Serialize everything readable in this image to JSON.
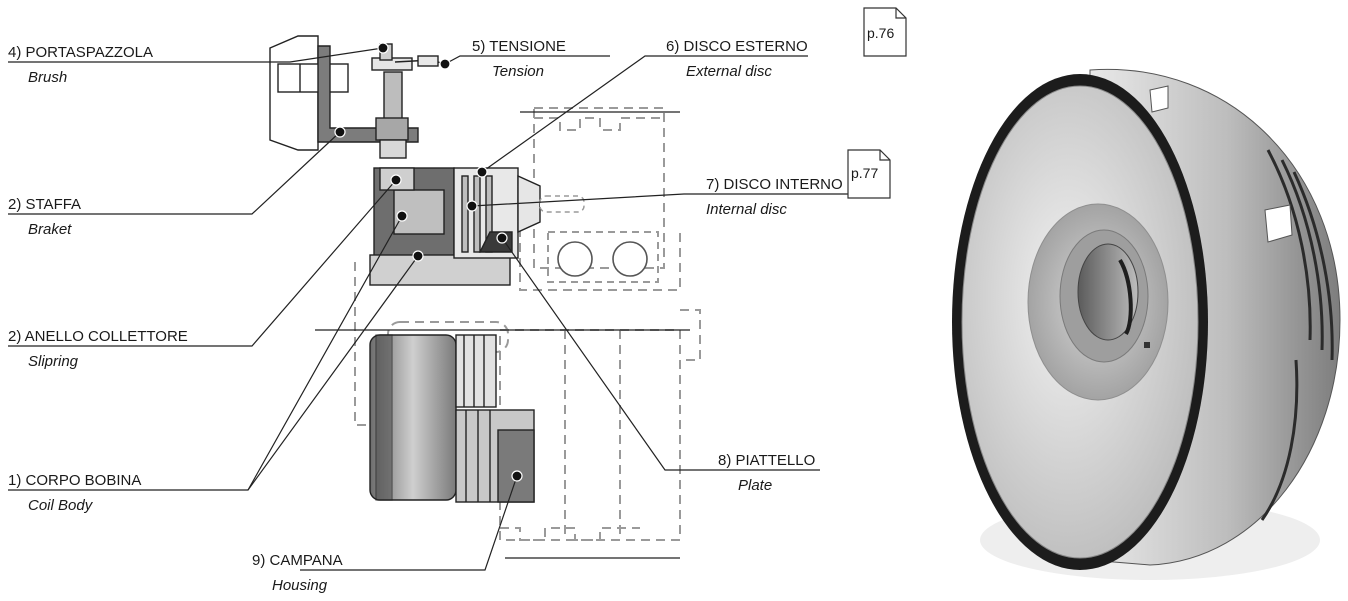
{
  "callouts": [
    {
      "id": "portaspazzola",
      "number": "4) PORTASPAZZOLA",
      "english": "Brush"
    },
    {
      "id": "tensione",
      "number": "5) TENSIONE",
      "english": "Tension"
    },
    {
      "id": "disco-esterno",
      "number": "6) DISCO ESTERNO",
      "english": "External  disc"
    },
    {
      "id": "disco-interno",
      "number": "7) DISCO INTERNO",
      "english": "Internal disc"
    },
    {
      "id": "staffa",
      "number": "2) STAFFA",
      "english": "Braket"
    },
    {
      "id": "anello",
      "number": "2) ANELLO COLLETTORE",
      "english": "Slipring"
    },
    {
      "id": "corpo",
      "number": "1) CORPO BOBINA",
      "english": "Coil Body"
    },
    {
      "id": "piattello",
      "number": "8) PIATTELLO",
      "english": "Plate"
    },
    {
      "id": "campana",
      "number": "9) CAMPANA",
      "english": "Housing"
    }
  ],
  "page_refs": [
    "p.76",
    "p.77"
  ],
  "colors": {
    "line": "#222222",
    "dash": "#9a9a9a",
    "dark_gray": "#5a5a5a",
    "mid_gray": "#8a8a8a",
    "light_gray": "#c8c8c8"
  }
}
